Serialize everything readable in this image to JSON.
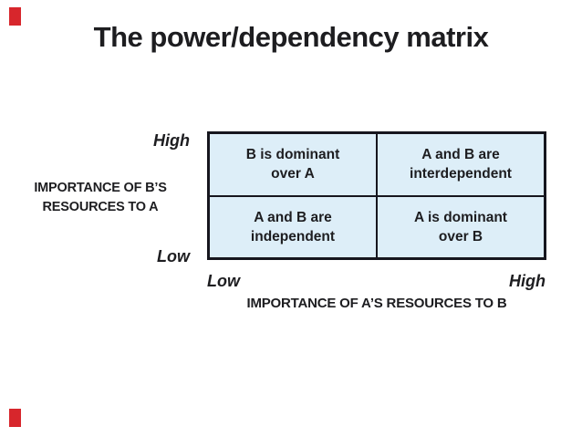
{
  "slide": {
    "title": "The power/dependency matrix"
  },
  "matrix": {
    "quadrants": {
      "top_left": {
        "line1": "B is dominant",
        "line2": "over A"
      },
      "top_right": {
        "line1": "A and B are",
        "line2": "interdependent"
      },
      "bottom_left": {
        "line1": "A and B are",
        "line2": "independent"
      },
      "bottom_right": {
        "line1": "A is dominant",
        "line2": "over B"
      }
    }
  },
  "y_axis": {
    "high_label": "High",
    "low_label": "Low",
    "title_line1": "IMPORTANCE OF B’S",
    "title_line2": "RESOURCES TO A"
  },
  "x_axis": {
    "low_label": "Low",
    "high_label": "High",
    "title": "IMPORTANCE OF A’S RESOURCES TO B"
  },
  "colors": {
    "text": "#1d1d20",
    "matrix_border": "#16161e",
    "cell_fill": "#ddeef8",
    "corner_mark_red": "#d7262c",
    "background": "#ffffff"
  }
}
